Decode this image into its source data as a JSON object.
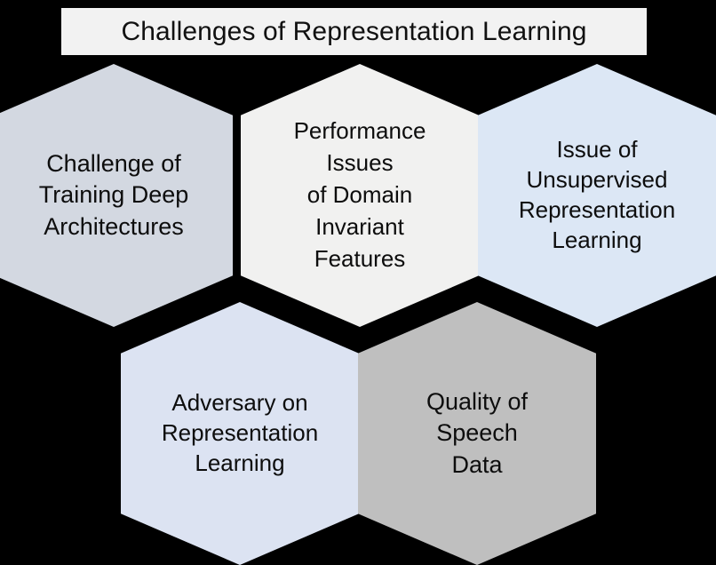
{
  "background_color": "#000000",
  "banner": {
    "title": "Challenges of Representation Learning",
    "fill": "#f2f2f2",
    "text_color": "#111111"
  },
  "diagram": {
    "type": "hexagon-cluster",
    "shape": "pointy-top-hexagon",
    "rows": 2,
    "node_count": 5,
    "nodes": [
      {
        "id": "challenge-training-deep-architectures",
        "label": "Challenge of\nTraining Deep\nArchitectures",
        "lines": [
          "Challenge of",
          "Training Deep",
          "Architectures"
        ],
        "fill": "#d3d8e1",
        "text_color": "#0d0d0d",
        "row": 1,
        "column": 1
      },
      {
        "id": "performance-issues-domain-invariant",
        "label": "Performance\nIssues\nof Domain\nInvariant\nFeatures",
        "lines": [
          "Performance",
          "Issues",
          "of Domain",
          "Invariant",
          "Features"
        ],
        "fill": "#f1f1f0",
        "text_color": "#0d0d0d",
        "row": 1,
        "column": 2
      },
      {
        "id": "issue-unsupervised-representation-learning",
        "label": "Issue of\nUnsupervised\nRepresentation\nLearning",
        "lines": [
          "Issue of",
          "Unsupervised",
          "Representation",
          "Learning"
        ],
        "fill": "#dce7f5",
        "text_color": "#0d0d0d",
        "row": 1,
        "column": 3
      },
      {
        "id": "adversary-on-representation-learning",
        "label": "Adversary on\nRepresentation\nLearning",
        "lines": [
          "Adversary on",
          "Representation",
          "Learning"
        ],
        "fill": "#dce3f2",
        "text_color": "#0d0d0d",
        "row": 2,
        "column": 1
      },
      {
        "id": "quality-of-speech-data",
        "label": "Quality of\nSpeech\nData",
        "lines": [
          "Quality of",
          "Speech",
          "Data"
        ],
        "fill": "#bfbfbf",
        "text_color": "#0d0d0d",
        "row": 2,
        "column": 2
      }
    ]
  }
}
